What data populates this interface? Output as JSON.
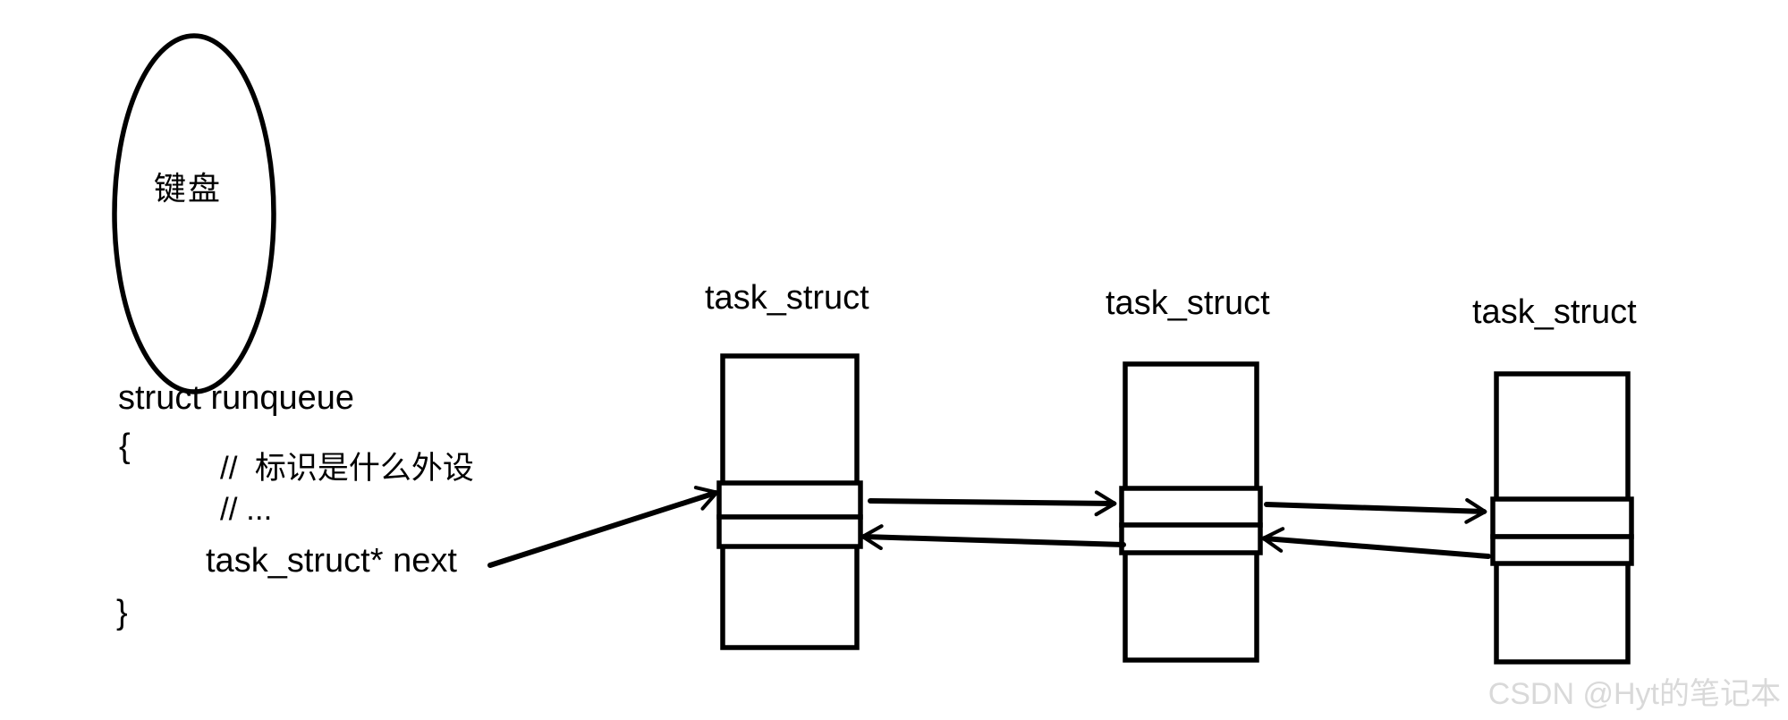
{
  "colors": {
    "ink": "#000000",
    "background": "#ffffff",
    "watermark_gray": "#d9d9d9"
  },
  "device": {
    "label": "键盘"
  },
  "code": {
    "struct_decl": "struct runqueue",
    "open_brace": "{",
    "comment_device": "//  标识是什么外设",
    "comment_more": "// ...",
    "next_member": "task_struct* next",
    "close_brace": "}"
  },
  "nodes": [
    {
      "title": "task_struct"
    },
    {
      "title": "task_struct"
    },
    {
      "title": "task_struct"
    }
  ],
  "watermark": {
    "text": "CSDN @Hyt的笔记本"
  }
}
